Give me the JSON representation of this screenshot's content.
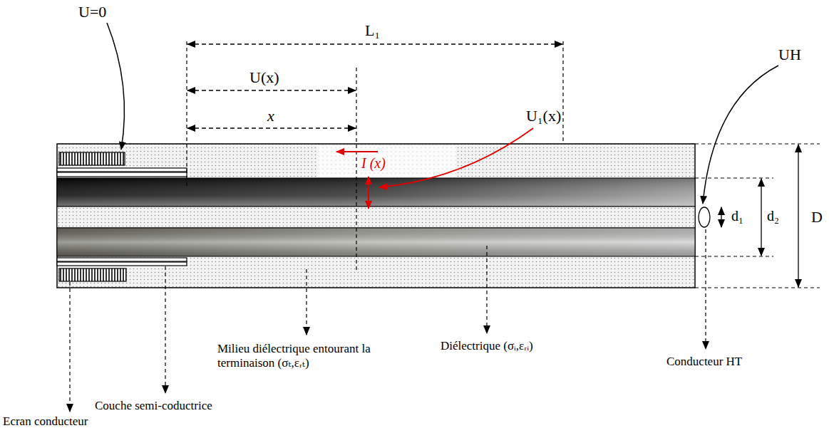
{
  "diagram": {
    "labels": [
      "U=0",
      "L₁",
      "U(x)",
      "x",
      "U₁(x)",
      "UH",
      "I (x)",
      "D",
      "d₁",
      "d₂",
      "Milieu diélectrique entourant la terminaison (σₜ,εᵣₜ)",
      "Diélectrique (σᵢ,εᵣᵢ)",
      "Conducteur HT",
      "Couche semi-coductrice",
      "Ecran conducteur"
    ]
  }
}
